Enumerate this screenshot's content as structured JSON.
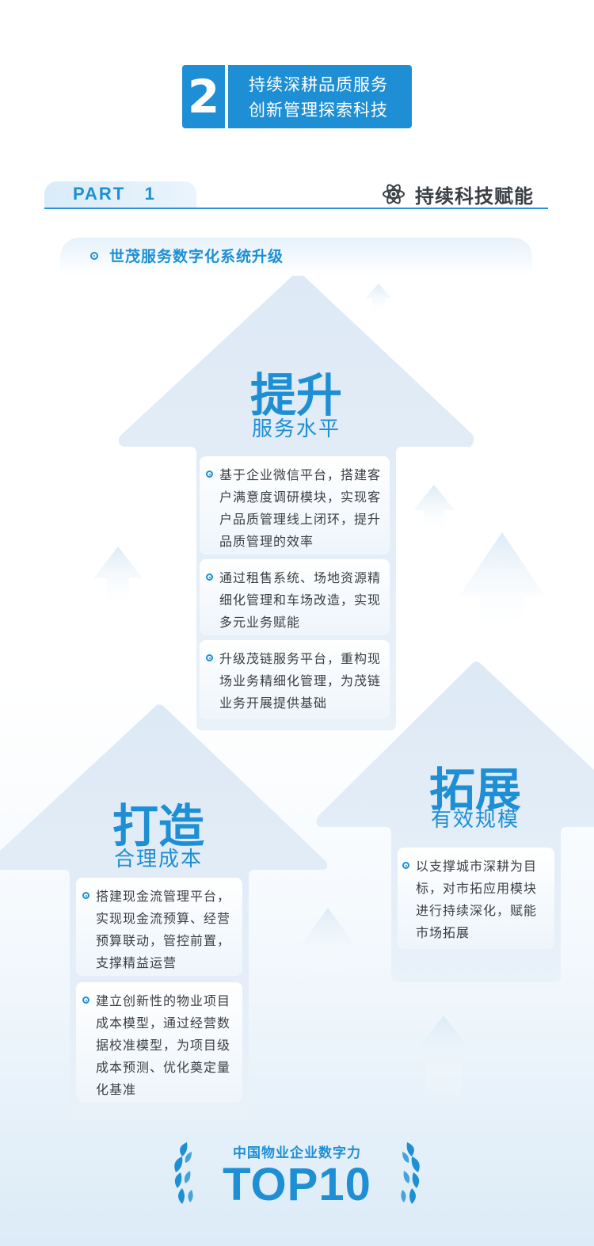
{
  "section": {
    "number": "2",
    "line1": "持续深耕品质服务",
    "line2": "创新管理探索科技"
  },
  "part": {
    "label": "PART   1",
    "title": "持续科技赋能",
    "icon": "atom-icon"
  },
  "banner": {
    "text": "世茂服务数字化系统升级"
  },
  "arrows": [
    {
      "title": "提升",
      "subtitle": "服务水平",
      "items": [
        [
          "基于企业微信平台，搭建客",
          "户满意度调研模块，实现客",
          "户品质管理线上闭环，提升",
          "品质管理的效率"
        ],
        [
          "通过租售系统、场地资源精",
          "细化管理和车场改造，实现",
          "多元业务赋能"
        ],
        [
          "升级茂链服务平台，重构现",
          "场业务精细化管理，为茂链",
          "业务开展提供基础"
        ]
      ]
    },
    {
      "title": "打造",
      "subtitle": "合理成本",
      "items": [
        [
          "搭建现金流管理平台，",
          "实现现金流预算、经营",
          "预算联动，管控前置，",
          "支撑精益运营"
        ],
        [
          "建立创新性的物业项目",
          "成本模型，通过经营数",
          "据校准模型，为项目级",
          "成本预测、优化奠定量",
          "化基准"
        ]
      ]
    },
    {
      "title": "拓展",
      "subtitle": "有效规模",
      "items": [
        [
          "以支撑城市深耕为目",
          "标，对市拓应用模块",
          "进行持续深化，赋能",
          "市场拓展"
        ]
      ]
    }
  ],
  "award": {
    "subtitle": "中国物业企业数字力",
    "title": "TOP10"
  },
  "colors": {
    "accent": "#1e8fd4",
    "arrow_fill": "#e3eef8",
    "text": "#3a3f45"
  }
}
